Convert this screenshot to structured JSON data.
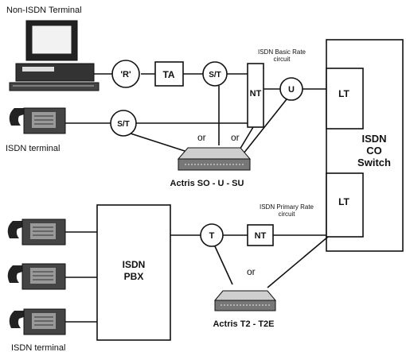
{
  "diagram": {
    "terminals": {
      "non_isdn": "Non-ISDN Terminal",
      "isdn_top": "ISDN terminal",
      "isdn_bottom": "ISDN terminal"
    },
    "nodes": {
      "r_point": "'R'",
      "ta": "TA",
      "st_top": "S/T",
      "nt_top": "NT",
      "u_point": "U",
      "st_mid": "S/T",
      "lt_top": "LT",
      "lt_bottom": "LT",
      "t_point": "T",
      "nt_bottom": "NT",
      "pbx_line1": "ISDN",
      "pbx_line2": "PBX"
    },
    "switch": {
      "line1": "ISDN",
      "line2": "CO",
      "line3": "Switch"
    },
    "circuits": {
      "basic_line1": "ISDN Basic Rate",
      "basic_line2": "circuit",
      "primary_line1": "ISDN Primary Rate",
      "primary_line2": "circuit"
    },
    "or_labels": [
      "or",
      "or",
      "or"
    ],
    "devices": {
      "actris_top": "Actris SO - U - SU",
      "actris_bottom": "Actris T2 - T2E"
    }
  }
}
